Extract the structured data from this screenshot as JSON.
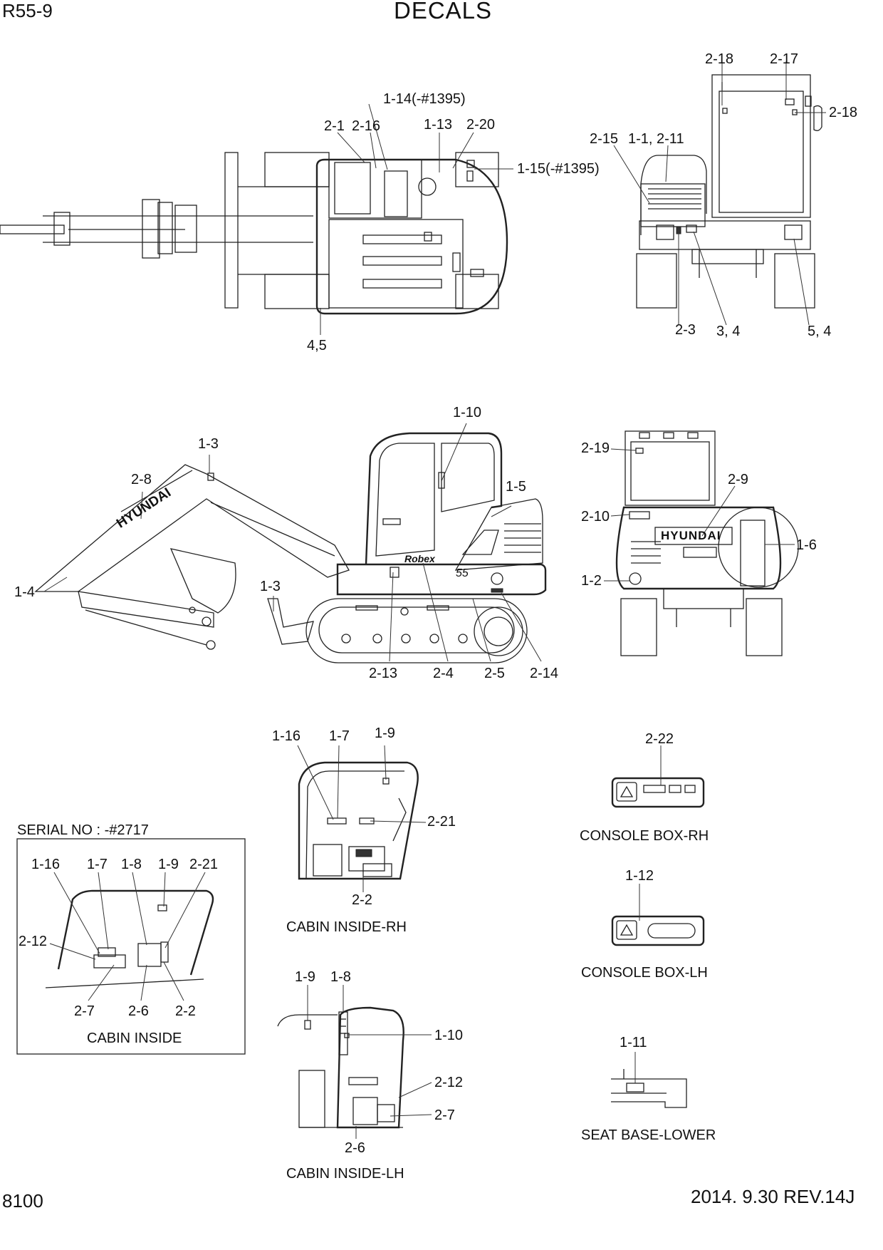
{
  "header": {
    "model": "R55-9",
    "title": "DECALS"
  },
  "footer": {
    "page_number": "8100",
    "revision": "2014. 9.30  REV.14J"
  },
  "serial_box": {
    "serial": "SERIAL NO : -#2717",
    "caption": "CABIN INSIDE",
    "labels": [
      "1-16",
      "1-7",
      "1-8",
      "1-9",
      "2-21",
      "2-12",
      "2-7",
      "2-6",
      "2-2"
    ]
  },
  "views": {
    "top": {
      "labels": [
        "1-14(-#1395)",
        "2-1",
        "2-16",
        "1-13",
        "2-20",
        "1-15(-#1395)",
        "4,5"
      ]
    },
    "rear_top": {
      "labels": [
        "2-18",
        "2-17",
        "2-18",
        "2-15",
        "1-1, 2-11",
        "2-3",
        "3, 4",
        "5, 4"
      ]
    },
    "side": {
      "labels": [
        "1-10",
        "1-3",
        "2-8",
        "1-5",
        "1-4",
        "1-3",
        "2-13",
        "2-4",
        "2-5",
        "2-14"
      ]
    },
    "rear": {
      "labels": [
        "2-19",
        "2-9",
        "2-10",
        "1-6",
        "1-2"
      ],
      "brand": "HYUNDAI"
    },
    "cabin_rh": {
      "caption": "CABIN INSIDE-RH",
      "labels": [
        "1-16",
        "1-7",
        "1-9",
        "2-21",
        "2-2"
      ]
    },
    "cabin_lh": {
      "caption": "CABIN INSIDE-LH",
      "labels": [
        "1-9",
        "1-8",
        "1-10",
        "2-12",
        "2-7",
        "2-6"
      ]
    },
    "console_rh": {
      "caption": "CONSOLE BOX-RH",
      "labels": [
        "2-22"
      ]
    },
    "console_lh": {
      "caption": "CONSOLE BOX-LH",
      "labels": [
        "1-12"
      ]
    },
    "seat_base": {
      "caption": "SEAT BASE-LOWER",
      "labels": [
        "1-11"
      ]
    }
  },
  "decal_texts": {
    "boom_brand": "HYUNDAI",
    "cab_brand": "Robex",
    "model_badge": "55"
  }
}
